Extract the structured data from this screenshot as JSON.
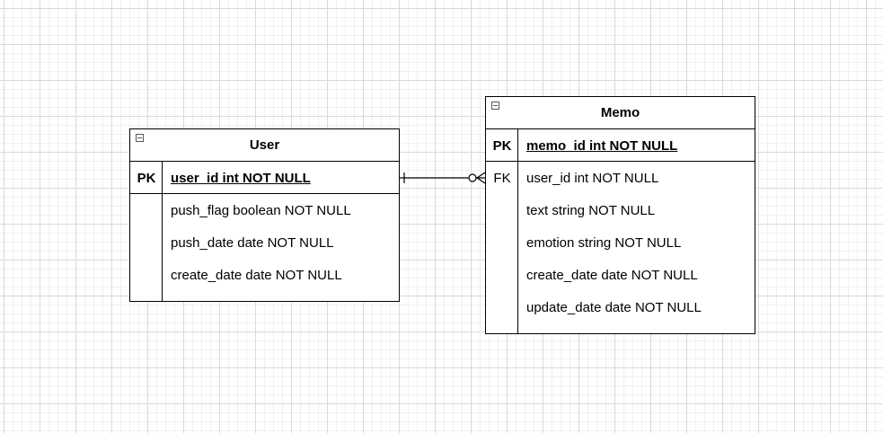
{
  "entities": {
    "user": {
      "name": "User",
      "primary_key": {
        "key": "PK",
        "field": "user_id int NOT NULL"
      },
      "fields": [
        "push_flag boolean NOT NULL",
        "push_date date NOT NULL",
        "create_date date NOT NULL"
      ]
    },
    "memo": {
      "name": "Memo",
      "primary_key": {
        "key": "PK",
        "field": "memo_id int NOT NULL"
      },
      "foreign_key": {
        "key": "FK",
        "field": "user_id int NOT NULL"
      },
      "fields": [
        "text string NOT NULL",
        "emotion string NOT NULL",
        "create_date date NOT NULL",
        "update_date date NOT NULL"
      ]
    }
  },
  "relationship": {
    "from": "User.user_id",
    "to": "Memo.user_id",
    "from_cardinality": "one",
    "to_cardinality": "zero-or-many"
  }
}
